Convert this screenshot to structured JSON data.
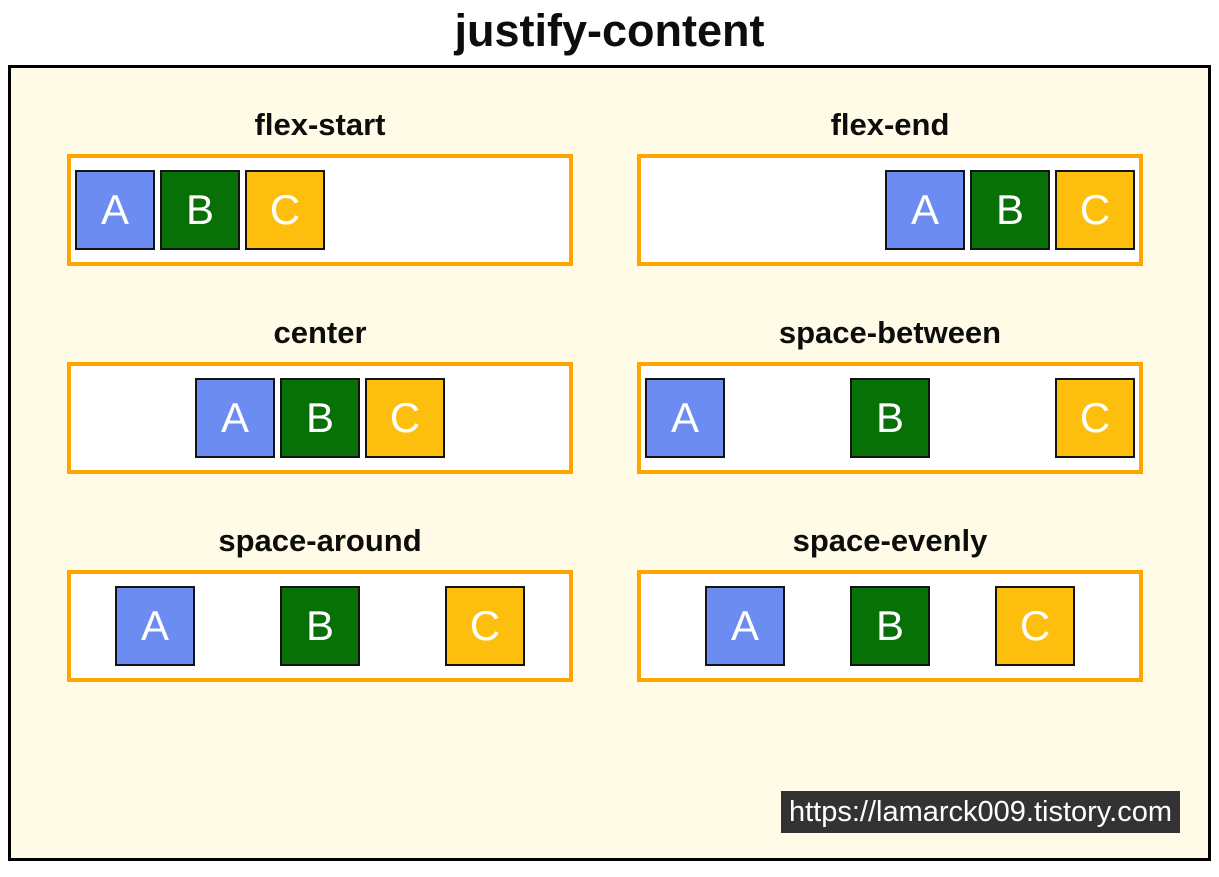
{
  "title": "justify-content",
  "panels": [
    {
      "label": "flex-start",
      "justify": "flex-start"
    },
    {
      "label": "flex-end",
      "justify": "flex-end"
    },
    {
      "label": "center",
      "justify": "center"
    },
    {
      "label": "space-between",
      "justify": "space-between"
    },
    {
      "label": "space-around",
      "justify": "space-around"
    },
    {
      "label": "space-evenly",
      "justify": "space-evenly"
    }
  ],
  "boxes": [
    {
      "label": "A",
      "color": "#6D8CF1"
    },
    {
      "label": "B",
      "color": "#077107"
    },
    {
      "label": "C",
      "color": "#FDBE0D"
    }
  ],
  "watermark": {
    "text": "https://lamarck009.tistory.com"
  },
  "colors": {
    "page_bg": "#FFFFFF",
    "canvas_bg": "#FFFBE7",
    "canvas_border": "#000000",
    "container_border": "#FFA500",
    "container_bg": "#FFFFFF",
    "box_border": "#141414",
    "box_text": "#FFFFFF",
    "heading_text": "#0D0D0D",
    "watermark_bg": "#333333",
    "watermark_text": "#FFFFFF"
  }
}
